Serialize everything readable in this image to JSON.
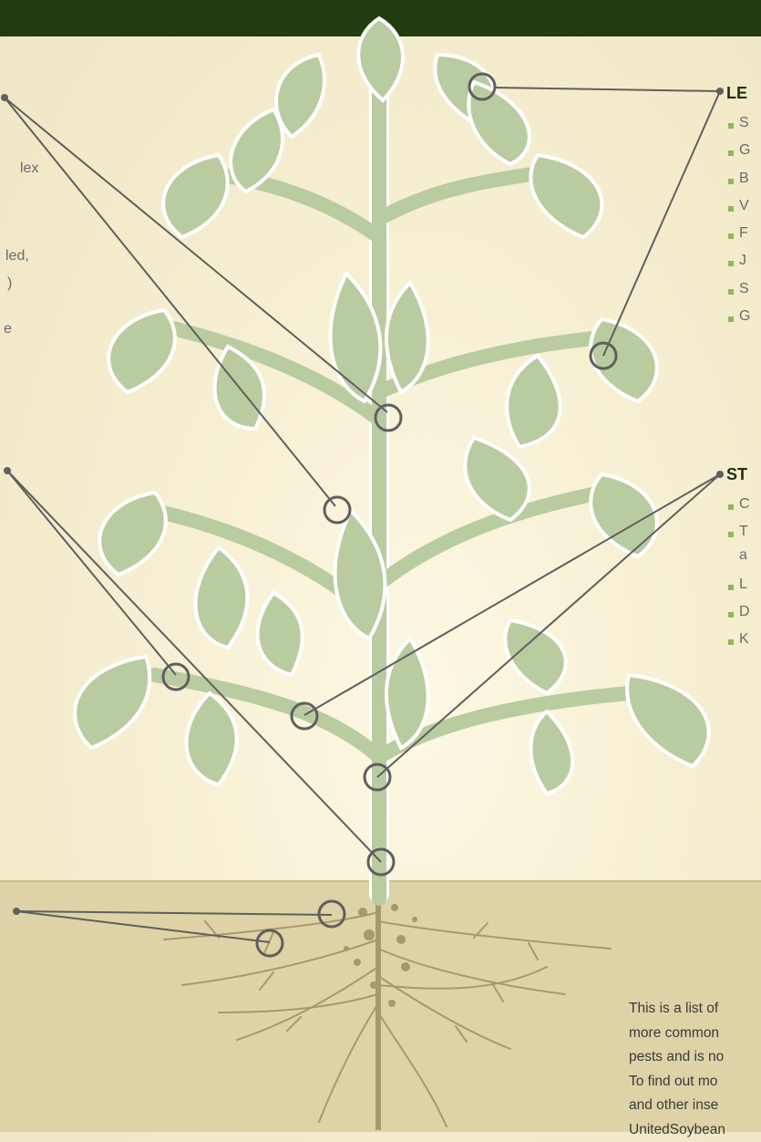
{
  "colors": {
    "top_bar": "#233b10",
    "background": "#f6efd2",
    "soil": "#ddd3a6",
    "plant": "#b9cca0",
    "plant_outline": "#ffffff",
    "roots": "#a59a6e",
    "callout_line": "#5f5f5f",
    "bullet": "#8fb856"
  },
  "left_panel": {
    "fragments": [
      "lex",
      "led,",
      ")",
      "e"
    ]
  },
  "leaves_section": {
    "heading": "LE",
    "items": [
      "S",
      "G",
      "B",
      "V",
      "F",
      "J",
      "S",
      "G"
    ]
  },
  "stems_section": {
    "heading": "ST",
    "items": [
      "C",
      "T",
      "a",
      "L",
      "D",
      "K"
    ]
  },
  "footnote": {
    "lines": [
      "This is a list of",
      "more common",
      "pests and is no",
      "To find out mo",
      "and other inse",
      "UnitedSoybean"
    ]
  },
  "icons": [
    "callout-circle-icon",
    "callout-dot-icon",
    "bullet-square-icon"
  ]
}
